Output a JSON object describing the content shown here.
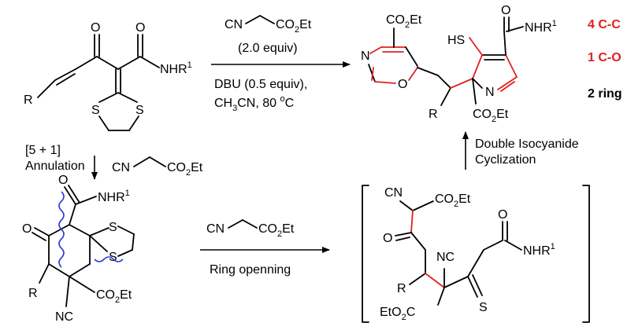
{
  "reaction_top": {
    "reagent_left": "CN",
    "reagent_right": "CO",
    "reagent_right_sub": "2",
    "reagent_right_end": "Et",
    "equiv": "(2.0 equiv)",
    "base": "DBU (0.5 equiv),",
    "solvent_pre": "CH",
    "solvent_sub": "3",
    "solvent_post": "CN, 80 ",
    "temp_sup": "o",
    "temp_unit": "C"
  },
  "sm": {
    "amide": "NHR",
    "amide_sup": "1",
    "r_label": "R",
    "s1": "S",
    "s2": "S"
  },
  "product": {
    "ester_top_pre": "CO",
    "ester_top_sub": "2",
    "ester_top_post": "Et",
    "amide": "NHR",
    "amide_sup": "1",
    "hs": "HS",
    "ring_n": "N",
    "ring_o": "O",
    "pyrroline_n": "N",
    "r_label": "R",
    "ester_bottom_pre": "CO",
    "ester_bottom_sub": "2",
    "ester_bottom_post": "Et"
  },
  "bond_counts": {
    "cc": "4 C-C",
    "co": "1 C-O",
    "ring": "2 ring"
  },
  "annulation": {
    "line1": "[5 + 1]",
    "line2": "Annulation",
    "reagent_left": "CN",
    "reagent_right_pre": "CO",
    "reagent_right_sub": "2",
    "reagent_right_post": "Et"
  },
  "cyclization": {
    "line1": "Double Isocyanide",
    "line2": "Cyclization"
  },
  "spiro": {
    "amide": "NHR",
    "amide_sup": "1",
    "o_label": "O",
    "s1": "S",
    "s2": "S",
    "r_label": "R",
    "ester_pre": "CO",
    "ester_sub": "2",
    "ester_post": "Et",
    "nc": "NC"
  },
  "ring_open": {
    "reagent_left": "CN",
    "reagent_right_pre": "CO",
    "reagent_right_sub": "2",
    "reagent_right_post": "Et",
    "label": "Ring openning"
  },
  "intermediate": {
    "cn": "CN",
    "ester_top_pre": "CO",
    "ester_top_sub": "2",
    "ester_top_post": "Et",
    "o_left": "O",
    "nc": "NC",
    "o_amide": "O",
    "amide": "NHR",
    "amide_sup": "1",
    "r_label": "R",
    "s_label": "S",
    "ester_bottom_pre": "EtO",
    "ester_bottom_sub": "2",
    "ester_bottom_post": "C"
  }
}
